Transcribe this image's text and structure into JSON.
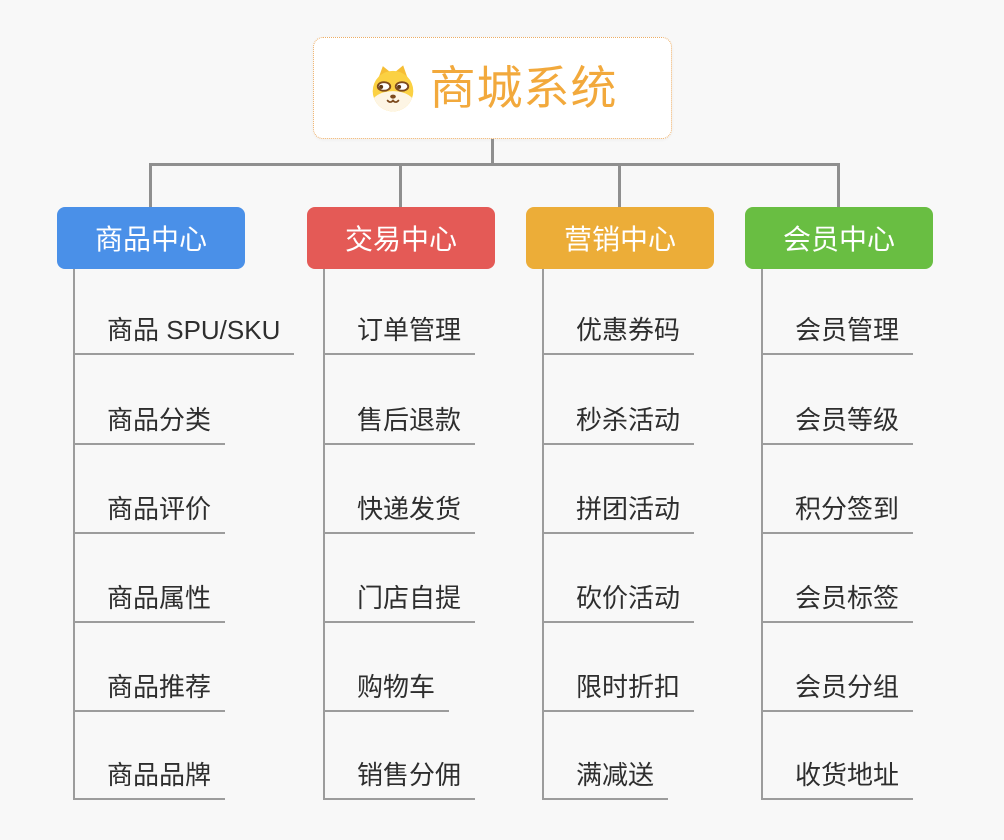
{
  "canvas": {
    "background": "#F8F8F8"
  },
  "root": {
    "title": "商城系统",
    "title_color": "#F2A93C",
    "border_color": "#EDAE66",
    "icon": "dog-face-icon"
  },
  "tree": {
    "connector_color": "#8F8F8F",
    "underline_color": "#9C9C9C",
    "item_text_color": "#2E2E2E"
  },
  "branches": [
    {
      "label": "商品中心",
      "color": "#4A90E8",
      "items": [
        "商品 SPU/SKU",
        "商品分类",
        "商品评价",
        "商品属性",
        "商品推荐",
        "商品品牌"
      ]
    },
    {
      "label": "交易中心",
      "color": "#E45A56",
      "items": [
        "订单管理",
        "售后退款",
        "快递发货",
        "门店自提",
        "购物车",
        "销售分佣"
      ]
    },
    {
      "label": "营销中心",
      "color": "#ECAD38",
      "items": [
        "优惠券码",
        "秒杀活动",
        "拼团活动",
        "砍价活动",
        "限时折扣",
        "满减送"
      ]
    },
    {
      "label": "会员中心",
      "color": "#69BE42",
      "items": [
        "会员管理",
        "会员等级",
        "积分签到",
        "会员标签",
        "会员分组",
        "收货地址"
      ]
    }
  ]
}
